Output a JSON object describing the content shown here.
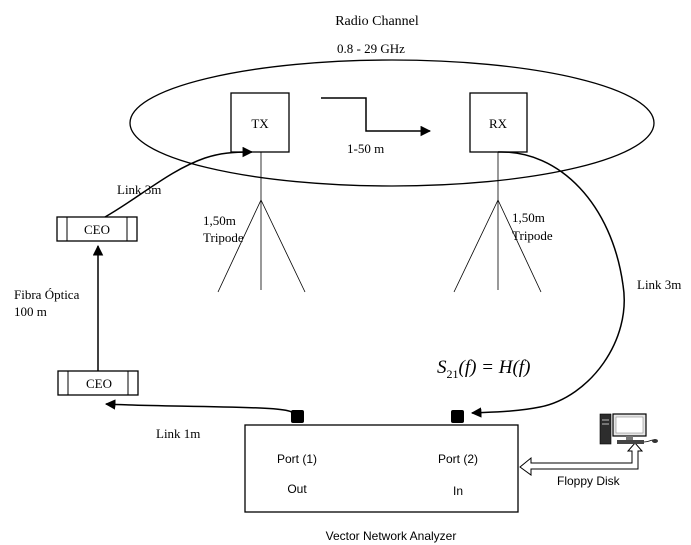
{
  "radio_channel": {
    "title": "Radio Channel",
    "frequency": "0.8 - 29 GHz",
    "tx_label": "TX",
    "rx_label": "RX",
    "distance": "1-50 m",
    "tx_height": "1,50m",
    "tx_stand": "Tripode",
    "rx_height": "1,50m",
    "rx_stand": "Tripode"
  },
  "links": {
    "tx_link": "Link 3m",
    "rx_link": "Link 3m",
    "vna_link": "Link 1m",
    "fiber_line1": "Fibra Óptica",
    "fiber_line2": "100 m"
  },
  "converters": {
    "top": "CEO",
    "bottom": "CEO"
  },
  "vna": {
    "port1": "Port (1)",
    "port1_dir": "Out",
    "port2": "Port (2)",
    "port2_dir": "In",
    "caption": "Vector Network Analyzer"
  },
  "storage": {
    "label": "Floppy Disk"
  },
  "equation": {
    "lhs": "S",
    "subscript": "21",
    "rhs": "(f) = H(f)"
  }
}
